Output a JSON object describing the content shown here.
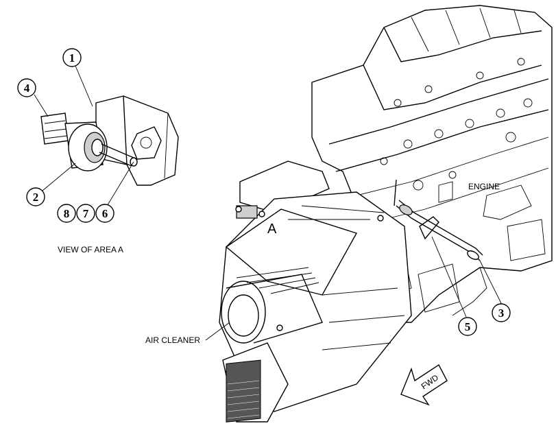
{
  "view_title": "VIEW OF AREA A",
  "area_marker": "A",
  "labels": {
    "engine": "ENGINE",
    "air_cleaner": "AIR CLEANER",
    "fwd": "FWD"
  },
  "callouts": {
    "c1": "1",
    "c2": "2",
    "c3": "3",
    "c4": "4",
    "c5": "5",
    "c6": "6",
    "c7": "7",
    "c8": "8"
  }
}
